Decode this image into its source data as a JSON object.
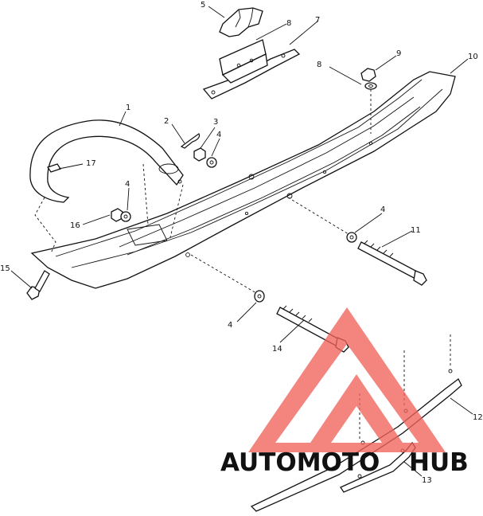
{
  "callouts": [
    "1",
    "2",
    "3",
    "4",
    "4",
    "4",
    "4",
    "5",
    "7",
    "8",
    "8",
    "9",
    "10",
    "11",
    "12",
    "13",
    "14",
    "15",
    "16",
    "17"
  ],
  "watermark": {
    "word_a": "AUTOMOTO",
    "word_b": "HUB",
    "color_a": "#f5a623",
    "color_b": "#6b6b6b",
    "logo_color": "#f0625a"
  }
}
